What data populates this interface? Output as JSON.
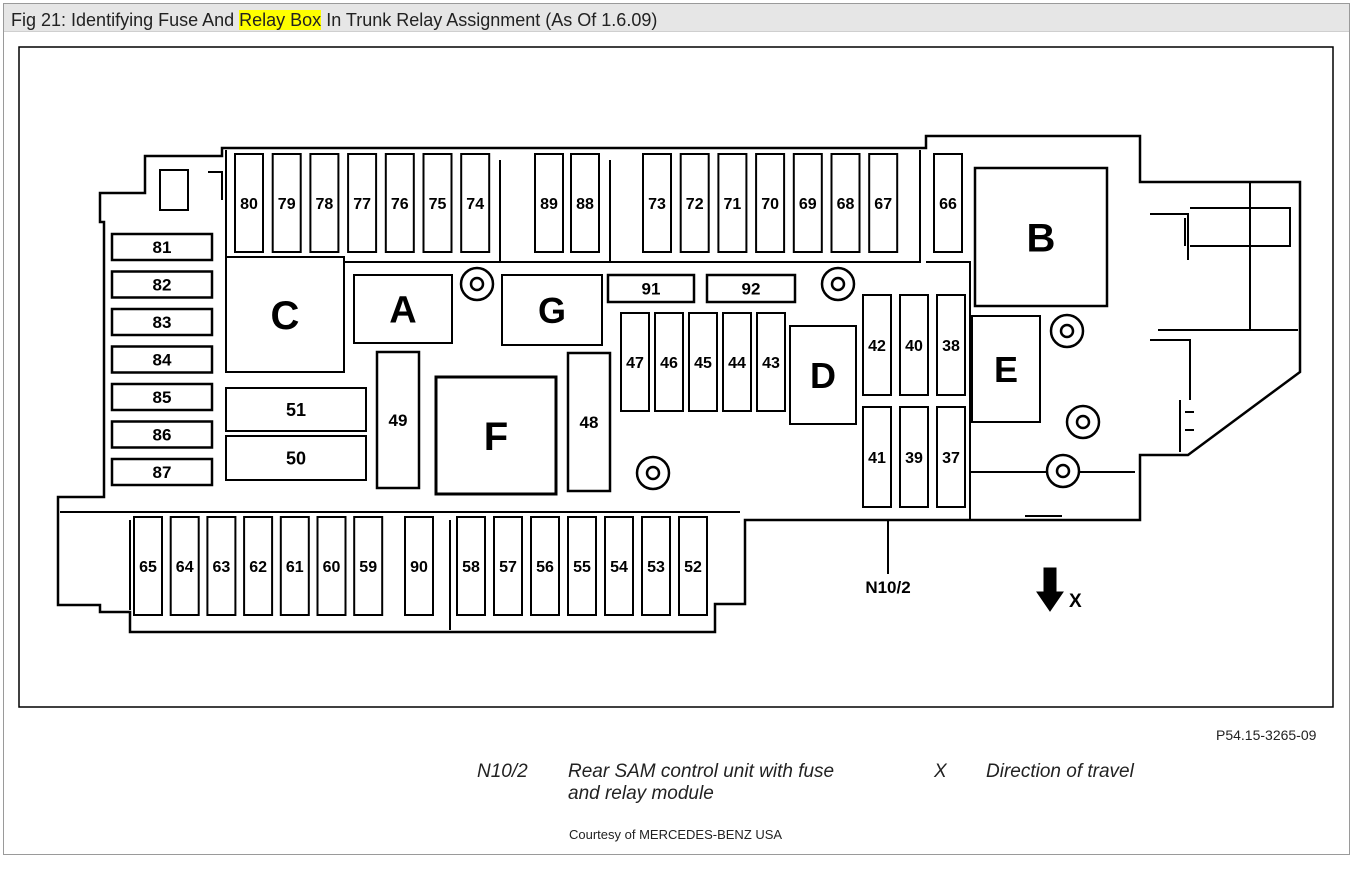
{
  "title": {
    "prefix": "Fig 21: Identifying Fuse And ",
    "highlight": "Relay Box",
    "suffix": " In Trunk Relay Assignment (As Of 1.6.09)"
  },
  "relays": {
    "B": "B",
    "C": "C",
    "A": "A",
    "G": "G",
    "D": "D",
    "E": "E",
    "F": "F"
  },
  "fuses": {
    "top_left": [
      "80",
      "79",
      "78",
      "77",
      "76",
      "75",
      "74"
    ],
    "top_mid": [
      "89",
      "88"
    ],
    "top_right": [
      "73",
      "72",
      "71",
      "70",
      "69",
      "68",
      "67"
    ],
    "top_far": [
      "66"
    ],
    "left_column": [
      "81",
      "82",
      "83",
      "84",
      "85",
      "86",
      "87"
    ],
    "row_91_92": [
      "91",
      "92"
    ],
    "middle": [
      "47",
      "46",
      "45",
      "44",
      "43"
    ],
    "right_upper": [
      "42",
      "40",
      "38"
    ],
    "right_lower": [
      "41",
      "39",
      "37"
    ],
    "center": [
      "51",
      "50",
      "49",
      "48"
    ],
    "bottom_left": [
      "65",
      "64",
      "63",
      "62",
      "61",
      "60",
      "59"
    ],
    "bottom_mid": [
      "90"
    ],
    "bottom_right": [
      "58",
      "57",
      "56",
      "55",
      "54",
      "53",
      "52"
    ]
  },
  "callouts": {
    "module": "N10/2",
    "direction": "X"
  },
  "part_number": "P54.15-3265-09",
  "legend": {
    "n10_code": "N10/2",
    "n10_line1": "Rear SAM control unit with fuse",
    "n10_line2": "and relay module",
    "x_code": "X",
    "x_desc": "Direction of travel"
  },
  "courtesy": "Courtesy of MERCEDES-BENZ USA",
  "colors": {
    "highlight": "#ffff00",
    "header_bg": "#e6e6e6",
    "line": "#000000"
  }
}
